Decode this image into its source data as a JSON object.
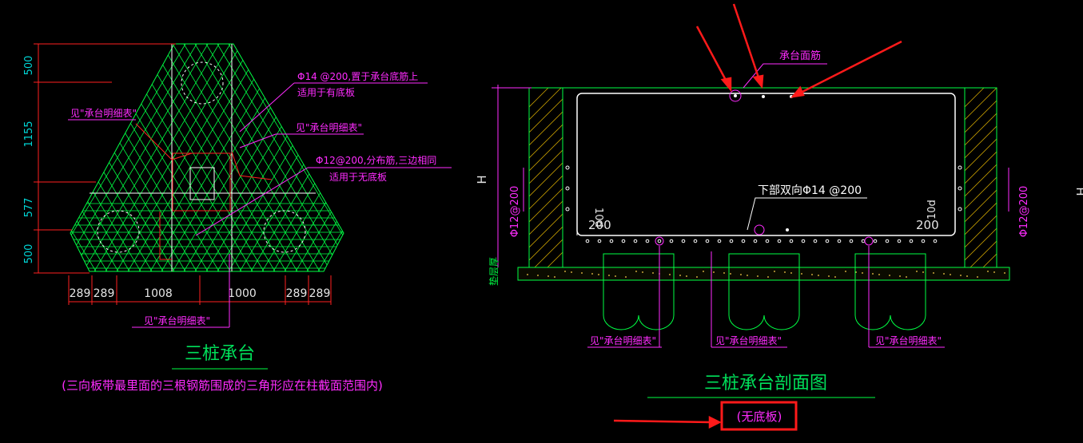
{
  "left": {
    "title": "三桩承台",
    "subtitle": "(三向板带最里面的三根钢筋围成的三角形应在柱截面范围内)",
    "vertical_dims": [
      "500",
      "1155",
      "577",
      "500"
    ],
    "horizontal_dims": [
      "289",
      "289",
      "1008",
      "1000",
      "289",
      "289"
    ],
    "note_rebar_top": "Φ14 @200,置于承台底筋上",
    "note_rebar_top_2": "适用于有底板",
    "note_see_table_1": "见\"承台明细表\"",
    "note_see_table_2": "见\"承台明细表\"",
    "note_see_table_3": "见\"承台明细表\"",
    "note_rebar_dist": "Φ12@200,分布筋,三边相同",
    "note_rebar_dist_2": "适用于无底板"
  },
  "right": {
    "title": "三桩承台剖面图",
    "subtitle": "(无底板)",
    "label_top_rebar": "承台面筋",
    "label_bottom_rebar": "下部双向Φ14 @200",
    "label_H": "H",
    "label_side_left": "Φ12@200",
    "label_side_right": "Φ12@200",
    "label_10d_left": "10d",
    "label_10d_right": "10d",
    "label_200_left": "200",
    "label_200_right": "200",
    "label_cushion": "垫层厚",
    "pile_notes": [
      "见\"承台明细表\"",
      "见\"承台明细表\"",
      "见\"承台明细表\""
    ]
  },
  "colors": {
    "background": "#000000",
    "green_mesh": "#00ff44",
    "magenta": "#ff2cff",
    "red": "#ff2020",
    "cyan": "#00d7d7",
    "yellow": "#ffd24a",
    "white": "#ffffff",
    "arrow_red": "#ff1a1a"
  }
}
